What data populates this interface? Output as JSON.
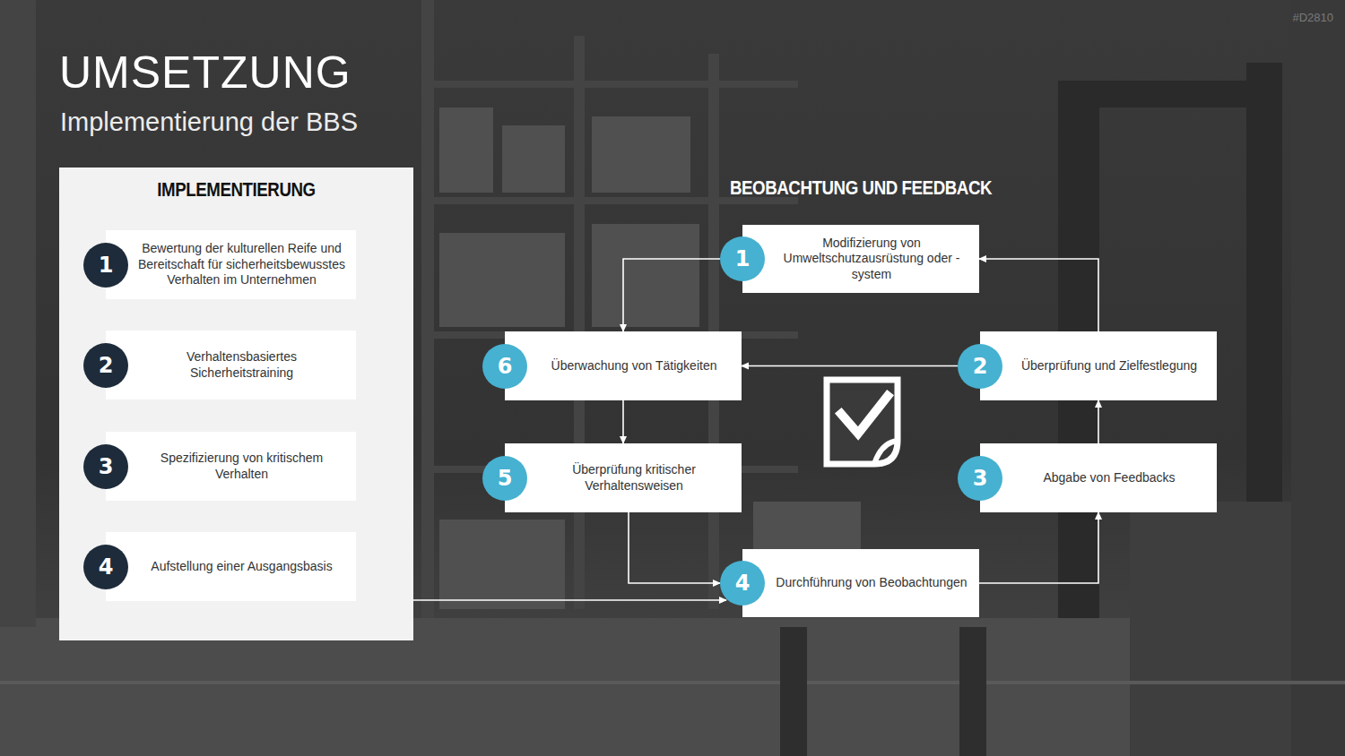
{
  "diagram": {
    "title": "UMSETZUNG",
    "nodes": [
      {
        "text": [
          "IMPLEMENTIERUNG"
        ]
      },
      {
        "text": [
          "1",
          "Bewertung der kulturellen Reife und Bereitschaft für sicherheitsbewusstes Verhalten im Unternehmen"
        ],
        "in": 0
      },
      {
        "text": [
          "2",
          "Verhaltensbasiertes Sicherheitstraining"
        ],
        "in": 0
      },
      {
        "text": [
          "3",
          "Spezifizierung von kritischem Verhalten"
        ],
        "in": 0
      },
      {
        "text": [
          "4",
          "Aufstellung einer Ausgangsbasis"
        ],
        "in": 0
      },
      {
        "text": [
          "1",
          "Modifizierung von Umweltschutzausrüstung oder - system"
        ]
      },
      {
        "text": [
          "6",
          "Überwachung von Tätigkeiten"
        ]
      },
      {
        "text": [
          "2",
          "Überprüfung und Zielfestlegung"
        ]
      },
      {
        "text": [
          "5",
          "Überprüfung kritischer Verhaltensweisen"
        ]
      },
      {
        "text": [
          "3",
          "Abgabe von Feedbacks"
        ]
      },
      {
        "text": [
          "4",
          "Durchführung von Beobachtungen"
        ]
      }
    ],
    "edges": [
      {
        "from": 4,
        "to": 10,
        "arrow": "to"
      },
      {
        "from": 10,
        "to": 9,
        "arrow": "to"
      },
      {
        "from": 9,
        "to": 7,
        "arrow": "to"
      },
      {
        "from": 7,
        "to": 5,
        "arrow": "to"
      },
      {
        "from": 7,
        "to": 6,
        "arrow": "to"
      },
      {
        "from": 5,
        "to": 6,
        "arrow": "to"
      },
      {
        "from": 6,
        "to": 8,
        "arrow": "to"
      },
      {
        "from": 8,
        "to": 10,
        "arrow": "to"
      }
    ],
    "labels": [
      "Implementierung der BBS",
      "BEOBACHTUNG UND FEEDBACK",
      "#D2810"
    ]
  }
}
